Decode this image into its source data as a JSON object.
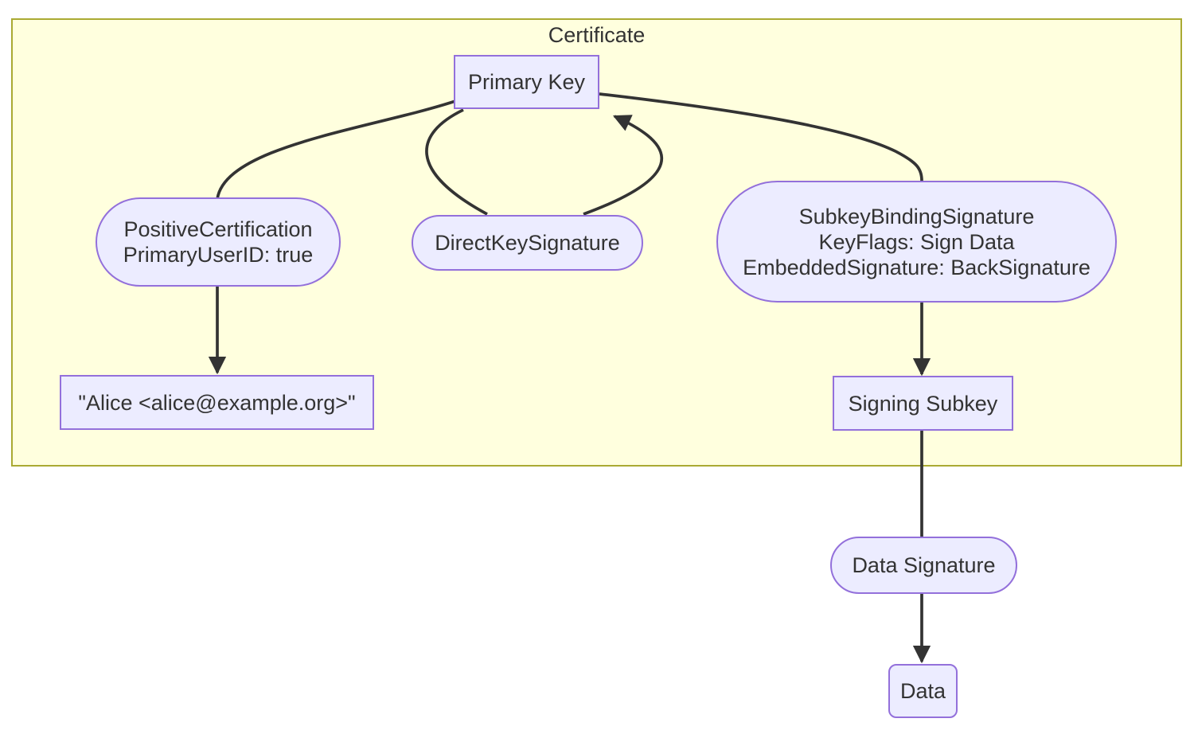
{
  "diagram": {
    "cluster": {
      "label": "Certificate"
    },
    "nodes": {
      "primary_key": {
        "label": "Primary Key",
        "shape": "rect"
      },
      "positive_certification": {
        "line1": "PositiveCertification",
        "line2": "PrimaryUserID: true",
        "shape": "stadium"
      },
      "direct_key_signature": {
        "label": "DirectKeySignature",
        "shape": "stadium"
      },
      "subkey_binding_signature": {
        "line1": "SubkeyBindingSignature",
        "line2": "KeyFlags: Sign Data",
        "line3": "EmbeddedSignature: BackSignature",
        "shape": "stadium"
      },
      "user_id": {
        "label": "\"Alice <alice@example.org>\"",
        "shape": "rect"
      },
      "signing_subkey": {
        "label": "Signing Subkey",
        "shape": "rect"
      },
      "data_signature": {
        "label": "Data Signature",
        "shape": "stadium"
      },
      "data": {
        "label": "Data",
        "shape": "rounded-rect"
      }
    },
    "edges": [
      {
        "from": "primary_key",
        "to": "positive_certification",
        "arrowhead": false
      },
      {
        "from": "positive_certification",
        "to": "user_id",
        "arrowhead": true
      },
      {
        "from": "primary_key",
        "to": "direct_key_signature",
        "arrowhead": false
      },
      {
        "from": "direct_key_signature",
        "to": "primary_key",
        "arrowhead": true
      },
      {
        "from": "primary_key",
        "to": "subkey_binding_signature",
        "arrowhead": false
      },
      {
        "from": "subkey_binding_signature",
        "to": "signing_subkey",
        "arrowhead": true
      },
      {
        "from": "signing_subkey",
        "to": "data_signature",
        "arrowhead": false
      },
      {
        "from": "data_signature",
        "to": "data",
        "arrowhead": true
      }
    ],
    "colors": {
      "node_fill": "#ECECFF",
      "node_border": "#9370DB",
      "cluster_fill": "#ffffde",
      "cluster_border": "#aaaa33",
      "edge": "#333333",
      "text": "#333333",
      "background": "#ffffff"
    }
  }
}
